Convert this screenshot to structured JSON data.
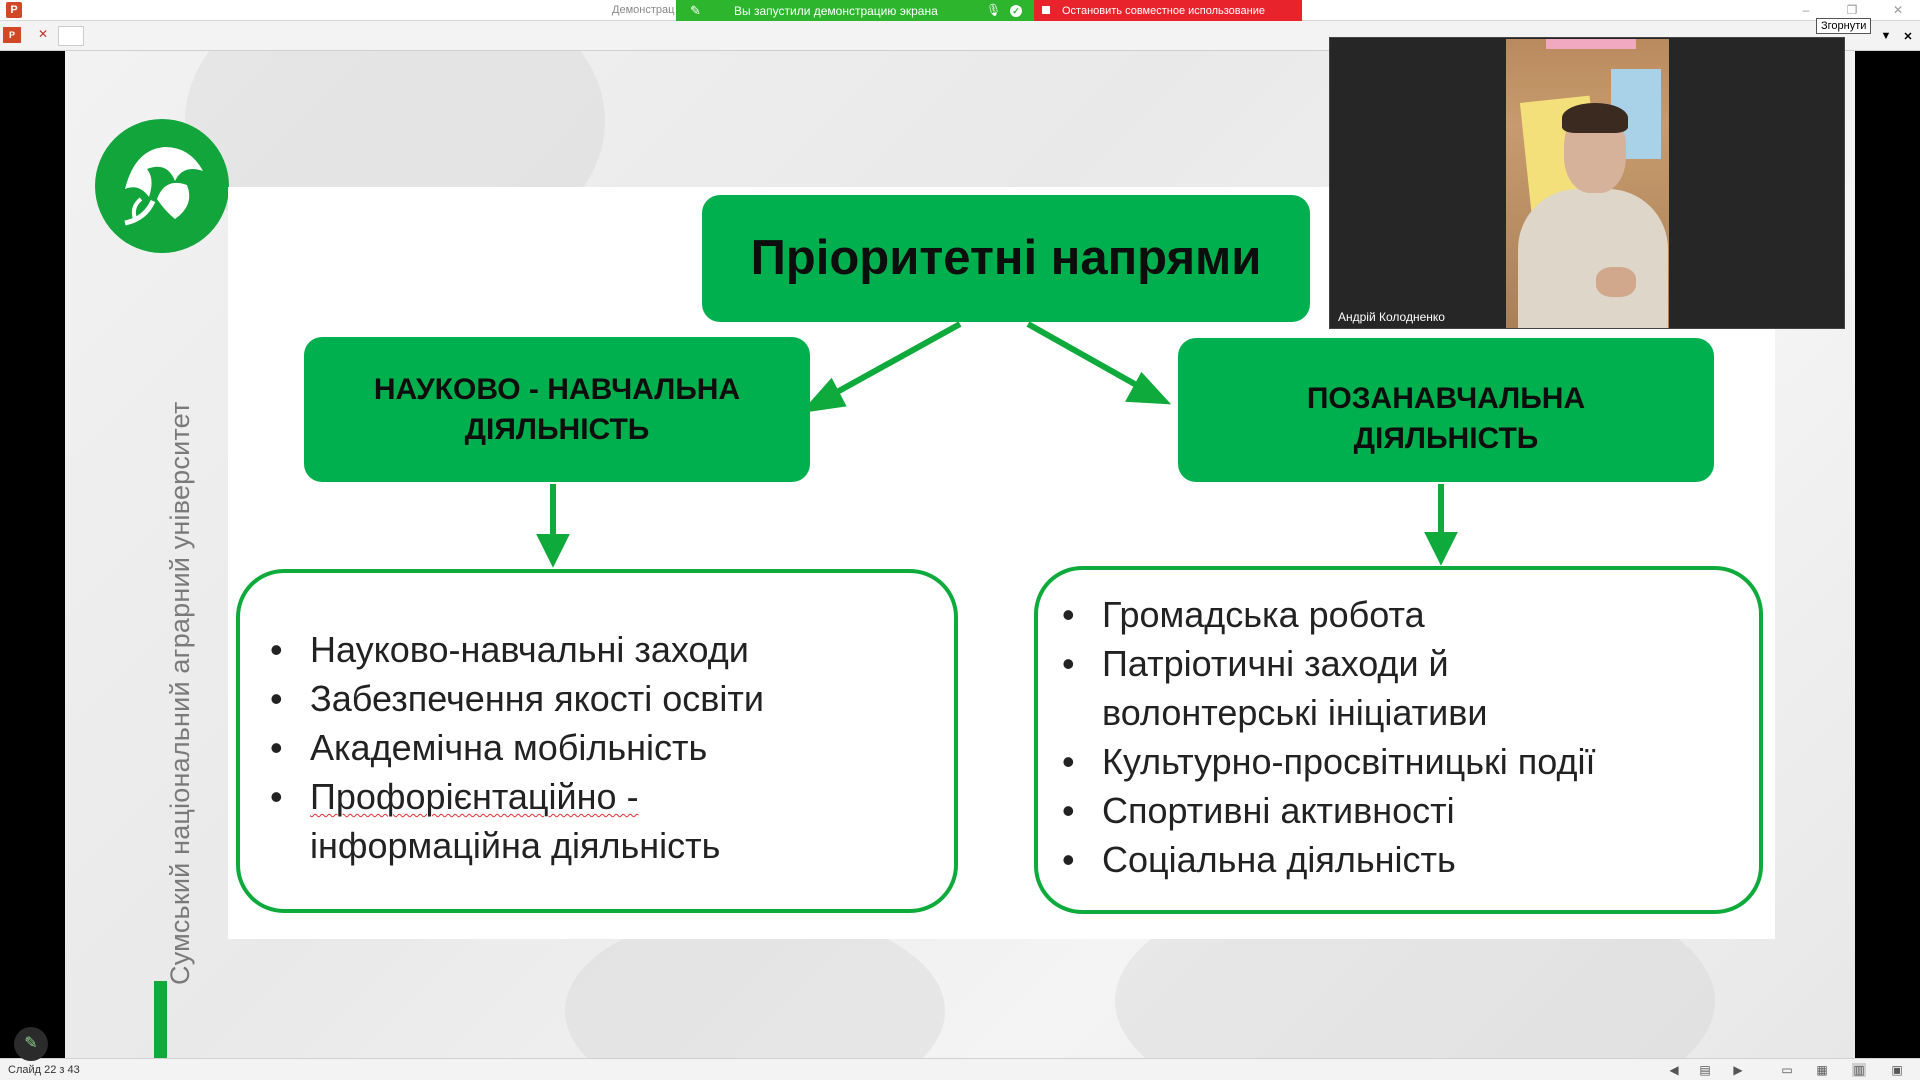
{
  "window": {
    "doc_title": "Демонстрац",
    "share_banner_text": "Вы запустили демонстрацию экрана",
    "stop_share_text": "Остановить совместное использование",
    "collapse_tooltip": "Згорнути"
  },
  "slide": {
    "vertical_text": "Сумський національний аграрний університет",
    "main_title": "Пріоритетні напрями",
    "left_box": [
      "НАУКОВО - НАВЧАЛЬНА",
      "ДІЯЛЬНІСТЬ"
    ],
    "right_box": [
      "ПОЗАНАВЧАЛЬНА",
      "ДІЯЛЬНІСТЬ"
    ],
    "left_list": [
      "Науково-навчальні заходи",
      "Забезпечення якості освіти",
      "Академічна мобільність",
      "Профорієнтаційно -",
      "інформаційна діяльність"
    ],
    "right_list": [
      "Громадська робота",
      "Патріотичні заходи й",
      "волонтерські ініціативи",
      "Культурно-просвітницькі події",
      "Спортивні активності",
      "Соціальна діяльність"
    ],
    "accent_color": "#00b04f"
  },
  "video": {
    "participant_name": "Андрій Колодненко"
  },
  "status": {
    "slide_counter": "Слайд 22 з 43"
  }
}
